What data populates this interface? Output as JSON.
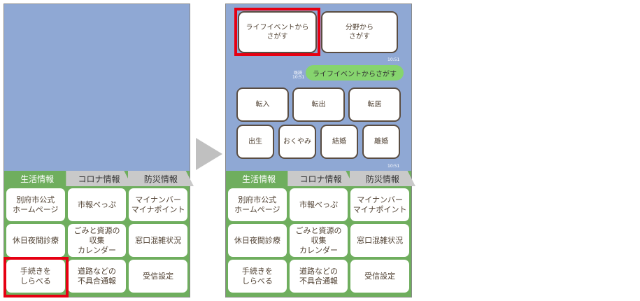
{
  "tabs": [
    "生活情報",
    "コロナ情報",
    "防災情報"
  ],
  "menu": [
    "別府市公式\nホームページ",
    "市報べっぷ",
    "マイナンバー\nマイナポイント",
    "休日夜間診療",
    "ごみと資源の\n収集\nカレンダー",
    "窓口混雑状況",
    "手続きを\nしらべる",
    "道路などの\n不具合通報",
    "受信設定"
  ],
  "chat": {
    "search_buttons": [
      "ライフイベントから\nさがす",
      "分野から\nさがす"
    ],
    "time": "10:51",
    "read_label": "既読",
    "user_message": "ライフイベントからさがす",
    "events": [
      "転入",
      "転出",
      "転居",
      "出生",
      "おくやみ",
      "結婚",
      "離婚"
    ]
  },
  "colors": {
    "highlight": "#e60012",
    "menu_green": "#6fae5e",
    "chat_bg": "#8fa8d4",
    "bubble": "#86d46e"
  }
}
